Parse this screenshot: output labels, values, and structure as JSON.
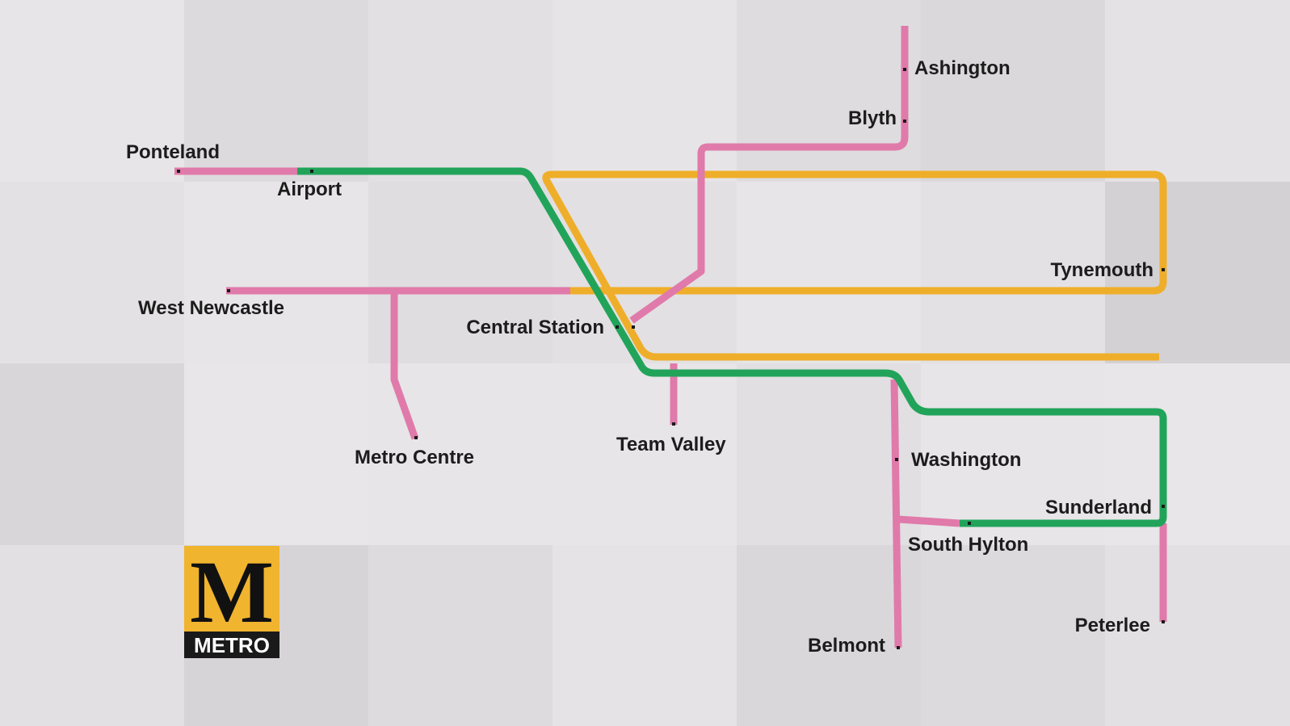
{
  "colors": {
    "green_line": "#21a45a",
    "yellow_line": "#efae2a",
    "pink_line": "#e07aaa",
    "stop_dot": "#1a1a1a",
    "label_text": "#1c1c1c",
    "logo_yellow": "#f0b42e",
    "logo_black": "#1a1a1a"
  },
  "logo": {
    "letter": "M",
    "word": "METRO"
  },
  "stations": {
    "ashington": "Ashington",
    "blyth": "Blyth",
    "ponteland": "Ponteland",
    "airport": "Airport",
    "tynemouth": "Tynemouth",
    "west_newcastle": "West Newcastle",
    "central_station": "Central Station",
    "metro_centre": "Metro Centre",
    "team_valley": "Team Valley",
    "washington": "Washington",
    "sunderland": "Sunderland",
    "south_hylton": "South Hylton",
    "peterlee": "Peterlee",
    "belmont": "Belmont"
  },
  "lines": [
    {
      "name_icon": "green-line",
      "color": "#21a45a"
    },
    {
      "name_icon": "yellow-line",
      "color": "#efae2a"
    },
    {
      "name_icon": "pink-line",
      "color": "#e07aaa"
    }
  ]
}
